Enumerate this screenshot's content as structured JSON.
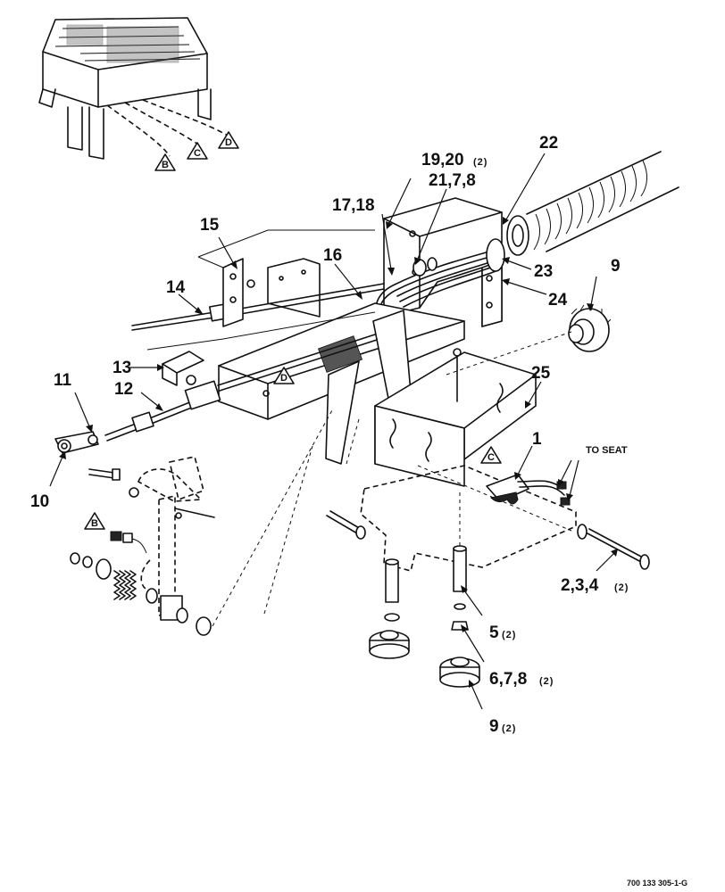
{
  "callouts": {
    "c1": "1",
    "c2": "2,3,4",
    "c2_qty": "(2)",
    "c5": "5",
    "c5_qty": "(2)",
    "c6": "6,7,8",
    "c6_qty": "(2)",
    "c9_top": "9",
    "c9_bottom": "9",
    "c9_qty": "(2)",
    "c10": "10",
    "c11": "11",
    "c12": "12",
    "c13": "13",
    "c14": "14",
    "c15": "15",
    "c16": "16",
    "c17": "17,18",
    "c19": "19,20",
    "c19_qty": "(2)",
    "c21": "21,7,8",
    "c22": "22",
    "c23": "23",
    "c24": "24",
    "c25": "25"
  },
  "note_to_seat": "TO SEAT",
  "reference_markers": {
    "b_top": "B",
    "c_top": "C",
    "d_top": "D",
    "d_mid": "D",
    "c_mid": "C",
    "b_left": "B"
  },
  "drawing_number": "700 133 305-1-G"
}
